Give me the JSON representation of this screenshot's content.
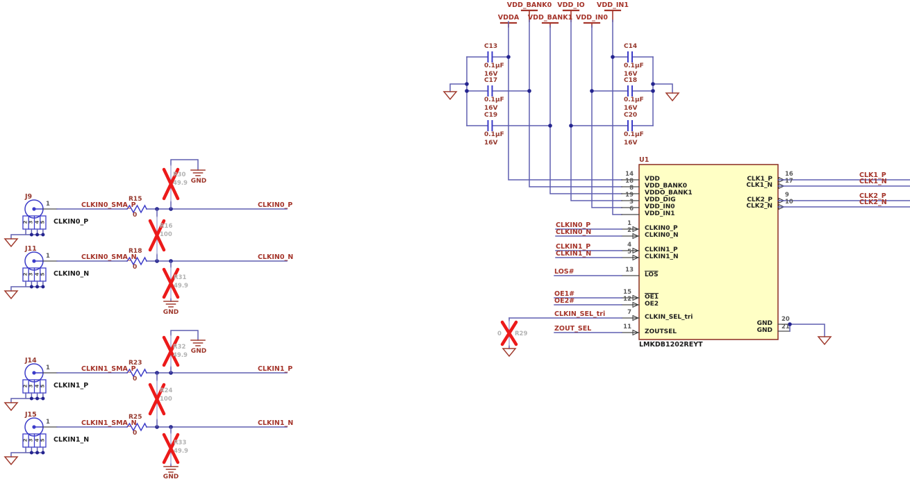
{
  "power_ports": {
    "vdda": "VDDA",
    "vdd_bank0": "VDD_BANK0",
    "vdd_bank1": "VDD_BANK1",
    "vdd_io": "VDD_IO",
    "vdd_in0": "VDD_IN0",
    "vdd_in1": "VDD_IN1"
  },
  "capacitors": {
    "c13": {
      "ref": "C13",
      "value": "0.1µF",
      "voltage": "16V"
    },
    "c17": {
      "ref": "C17",
      "value": "0.1µF",
      "voltage": "16V"
    },
    "c19": {
      "ref": "C19",
      "value": "0.1µF",
      "voltage": "16V"
    },
    "c14": {
      "ref": "C14",
      "value": "0.1µF",
      "voltage": "16V"
    },
    "c18": {
      "ref": "C18",
      "value": "0.1µF",
      "voltage": "16V"
    },
    "c20": {
      "ref": "C20",
      "value": "0.1µF",
      "voltage": "16V"
    }
  },
  "ic": {
    "designator": "U1",
    "part": "LMKDB1202REYT",
    "pins_left": [
      {
        "num": "14",
        "name": "VDD"
      },
      {
        "num": "18",
        "name": "VDD_BANK0"
      },
      {
        "num": "8",
        "name": "VDDO_BANK1"
      },
      {
        "num": "19",
        "name": "VDD_DIG"
      },
      {
        "num": "3",
        "name": "VDD_IN0"
      },
      {
        "num": "6",
        "name": "VDD_IN1"
      },
      {
        "num": "1",
        "name": "CLKIN0_P"
      },
      {
        "num": "2",
        "name": "CLKIN0_N"
      },
      {
        "num": "4",
        "name": "CLKIN1_P"
      },
      {
        "num": "5",
        "name": "CLKIN1_N"
      },
      {
        "num": "13",
        "name": "LOS"
      },
      {
        "num": "15",
        "name": "OE1"
      },
      {
        "num": "12",
        "name": "OE2"
      },
      {
        "num": "7",
        "name": "CLKIN_SEL_tri"
      },
      {
        "num": "11",
        "name": "ZOUTSEL"
      }
    ],
    "pins_right": [
      {
        "num": "16",
        "name": "CLK1_P"
      },
      {
        "num": "17",
        "name": "CLK1_N"
      },
      {
        "num": "9",
        "name": "CLK2_P"
      },
      {
        "num": "10",
        "name": "CLK2_N"
      },
      {
        "num": "20",
        "name": "GND"
      },
      {
        "num": "21",
        "name": "GND"
      }
    ]
  },
  "inputs": {
    "clkin0_p": "CLKIN0_P",
    "clkin0_n": "CLKIN0_N",
    "clkin1_p": "CLKIN1_P",
    "clkin1_n": "CLKIN1_N",
    "los": "LOS#",
    "oe1": "OE1#",
    "oe2": "OE2#",
    "clkin_sel": "CLKIN_SEL_tri",
    "zout_sel": "ZOUT_SEL"
  },
  "outputs": {
    "clk1_p": "CLK1_P",
    "clk1_n": "CLK1_N",
    "clk2_p": "CLK2_P",
    "clk2_n": "CLK2_N"
  },
  "connectors": {
    "j9": {
      "ref": "J9",
      "pin1": "1",
      "shield": [
        "2",
        "3",
        "4",
        "5"
      ],
      "signal": "CLKIN0_P",
      "net": "CLKIN0_SMA_P",
      "res_ref": "R15",
      "res_val": "0",
      "out_net": "CLKIN0_P"
    },
    "j11": {
      "ref": "J11",
      "pin1": "1",
      "shield": [
        "2",
        "3",
        "4",
        "5"
      ],
      "signal": "CLKIN0_N",
      "net": "CLKIN0_SMA_N",
      "res_ref": "R18",
      "res_val": "0",
      "out_net": "CLKIN0_N"
    },
    "j14": {
      "ref": "J14",
      "pin1": "1",
      "shield": [
        "2",
        "3",
        "4",
        "5"
      ],
      "signal": "CLKIN1_P",
      "net": "CLKIN1_SMA_P",
      "res_ref": "R23",
      "res_val": "0",
      "out_net": "CLKIN1_P"
    },
    "j15": {
      "ref": "J15",
      "pin1": "1",
      "shield": [
        "2",
        "3",
        "4",
        "5"
      ],
      "signal": "CLKIN1_N",
      "net": "CLKIN1_SMA_N",
      "res_ref": "R25",
      "res_val": "0",
      "out_net": "CLKIN1_N"
    }
  },
  "dnp": {
    "r16": {
      "ref": "R16",
      "val": "100"
    },
    "r24": {
      "ref": "R24",
      "val": "100"
    },
    "r29": {
      "ref": "R29",
      "val": "0"
    },
    "r30": {
      "ref": "R30",
      "val": "49.9"
    },
    "r31": {
      "ref": "R31",
      "val": "49.9"
    },
    "r32": {
      "ref": "R32",
      "val": "49.9"
    },
    "r33": {
      "ref": "R33",
      "val": "49.9"
    }
  },
  "gnd_label": "GND",
  "colors": {
    "wire": "#5F5FB0",
    "symbol": "#3B3BC8",
    "junction": "#24248F",
    "net_label": "#A5352B",
    "ground": "#A03B2E",
    "ic_fill": "#FFFFC5",
    "ic_border": "#8A2B20",
    "dnp_text": "#B3B3B3",
    "dnp_cross": "#EC1A1A"
  }
}
